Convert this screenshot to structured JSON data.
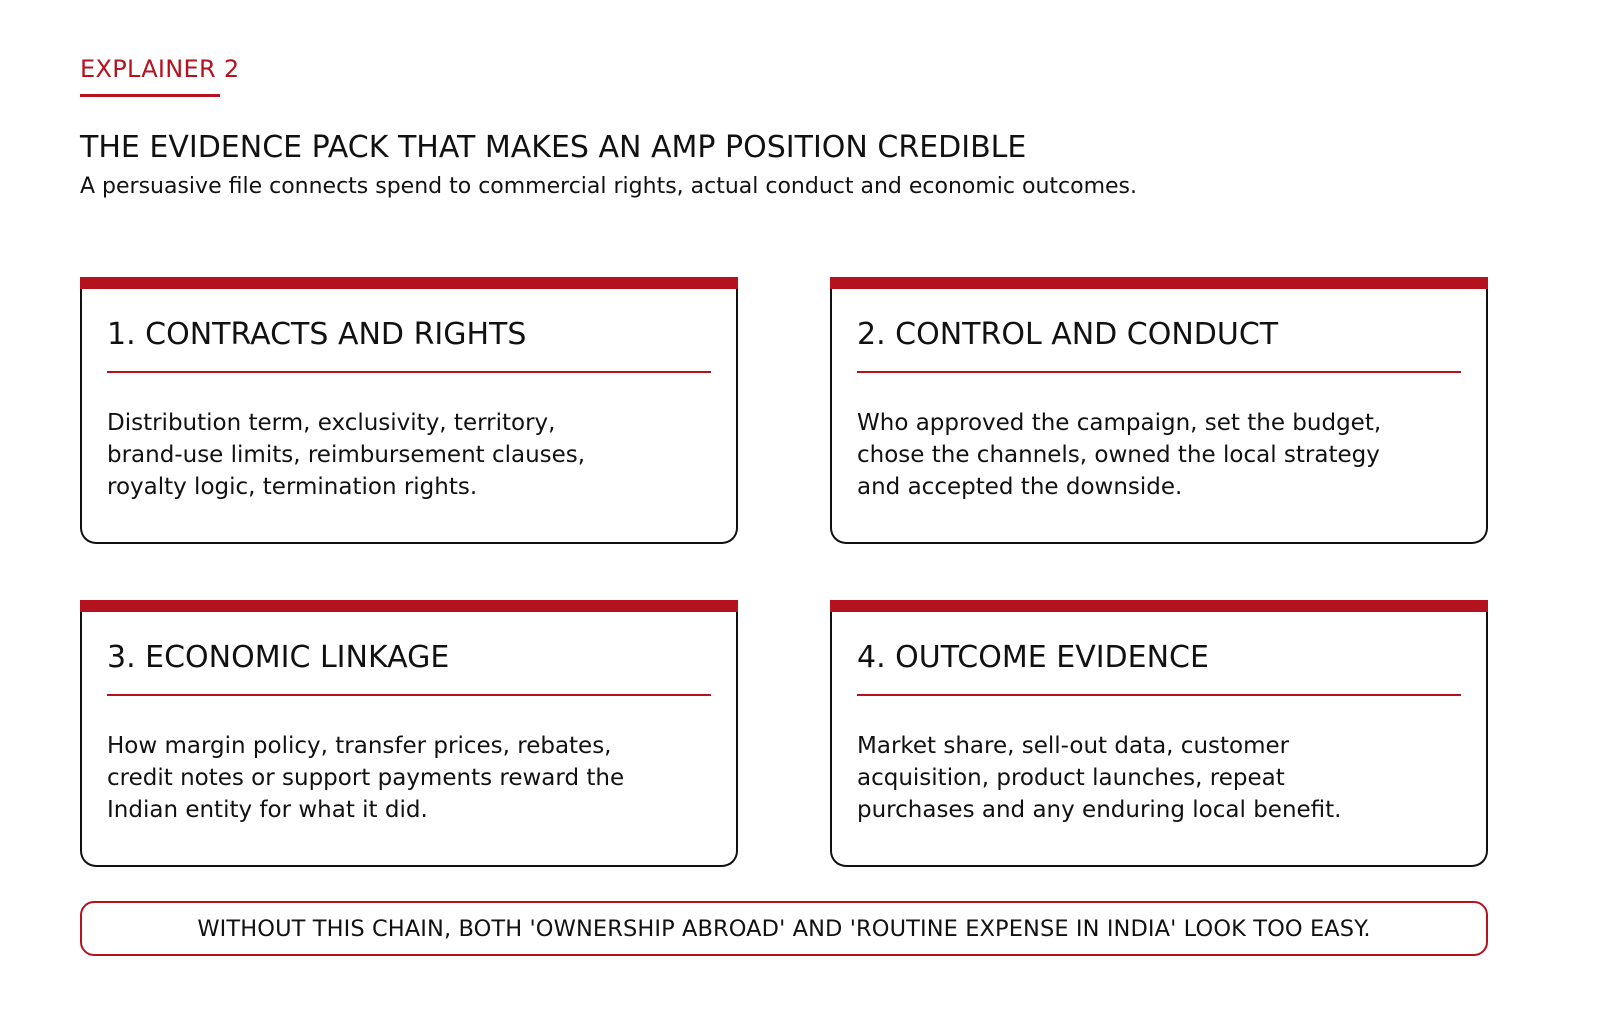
{
  "header": {
    "kicker": "EXPLAINER 2",
    "title": "THE EVIDENCE PACK THAT MAKES AN AMP POSITION CREDIBLE",
    "subtitle": "A persuasive file connects spend to commercial rights, actual conduct and economic outcomes."
  },
  "cards": [
    {
      "heading": "1. CONTRACTS AND RIGHTS",
      "lines": [
        "Distribution term, exclusivity, territory,",
        "brand-use limits, reimbursement clauses,",
        "royalty logic, termination rights."
      ]
    },
    {
      "heading": "2. CONTROL AND CONDUCT",
      "lines": [
        "Who approved the campaign, set the budget,",
        "chose the channels, owned the local strategy",
        "and accepted the downside."
      ]
    },
    {
      "heading": "3. ECONOMIC LINKAGE",
      "lines": [
        "How margin policy, transfer prices, rebates,",
        "credit notes or support payments reward the",
        "Indian entity for what it did."
      ]
    },
    {
      "heading": "4. OUTCOME EVIDENCE",
      "lines": [
        "Market share, sell-out data, customer",
        "acquisition, product launches, repeat",
        "purchases and any enduring local benefit."
      ]
    }
  ],
  "footer": {
    "text": "WITHOUT THIS CHAIN, BOTH 'OWNERSHIP ABROAD' AND 'ROUTINE EXPENSE IN INDIA' LOOK TOO EASY."
  },
  "colors": {
    "accent": "#b5121f",
    "text": "#111111",
    "border": "#111111",
    "background": "#ffffff"
  }
}
